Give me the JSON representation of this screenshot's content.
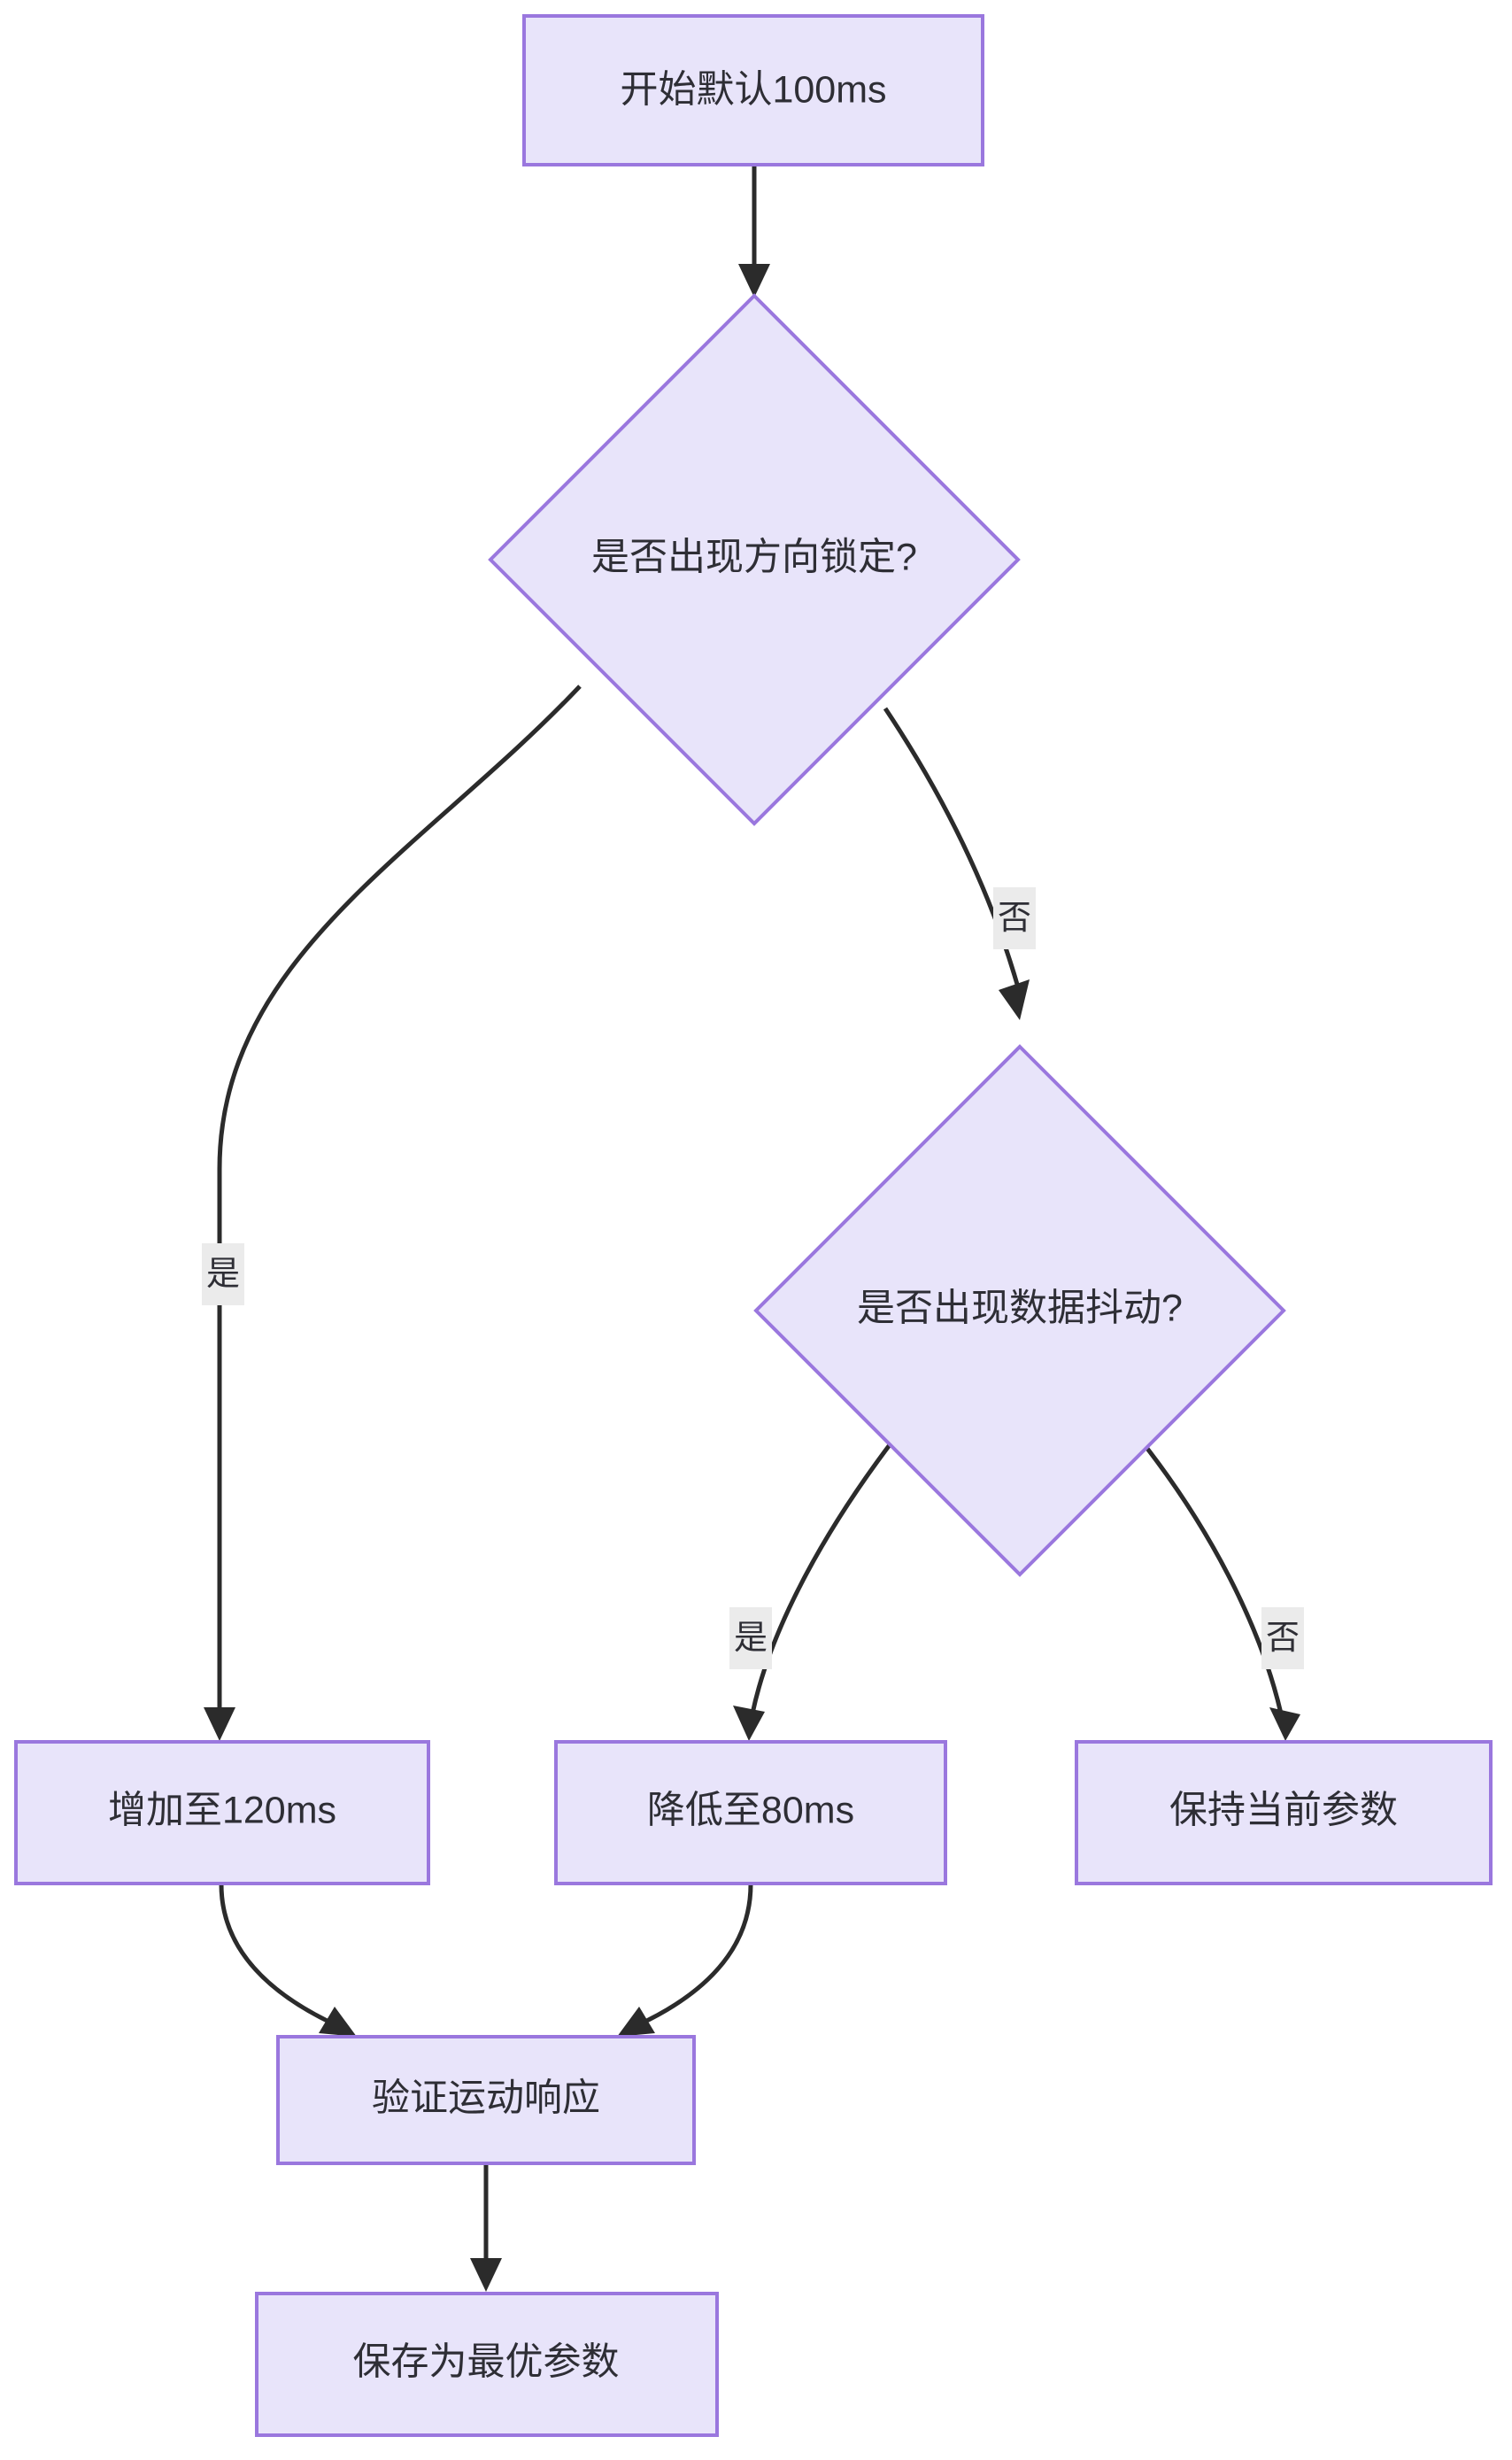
{
  "diagram": {
    "type": "flowchart",
    "direction": "top-down",
    "theme": {
      "node_fill": "#e8e4fa",
      "node_stroke": "#9a77de",
      "edge_stroke": "#2b2b2b",
      "label_bg": "#ebebeb",
      "text_color": "#2e2e35",
      "background": "#ffffff"
    },
    "nodes": [
      {
        "id": "start",
        "shape": "rect",
        "label": "开始默认100ms"
      },
      {
        "id": "dec1",
        "shape": "diamond",
        "label": "是否出现方向锁定?"
      },
      {
        "id": "dec2",
        "shape": "diamond",
        "label": "是否出现数据抖动?"
      },
      {
        "id": "inc",
        "shape": "rect",
        "label": "增加至120ms"
      },
      {
        "id": "dec",
        "shape": "rect",
        "label": "降低至80ms"
      },
      {
        "id": "keep",
        "shape": "rect",
        "label": "保持当前参数"
      },
      {
        "id": "verify",
        "shape": "rect",
        "label": "验证运动响应"
      },
      {
        "id": "save",
        "shape": "rect",
        "label": "保存为最优参数"
      }
    ],
    "edges": [
      {
        "from": "start",
        "to": "dec1",
        "label": ""
      },
      {
        "from": "dec1",
        "to": "inc",
        "label": "是"
      },
      {
        "from": "dec1",
        "to": "dec2",
        "label": "否"
      },
      {
        "from": "dec2",
        "to": "dec",
        "label": "是"
      },
      {
        "from": "dec2",
        "to": "keep",
        "label": "否"
      },
      {
        "from": "inc",
        "to": "verify",
        "label": ""
      },
      {
        "from": "dec",
        "to": "verify",
        "label": ""
      },
      {
        "from": "verify",
        "to": "save",
        "label": ""
      }
    ]
  }
}
